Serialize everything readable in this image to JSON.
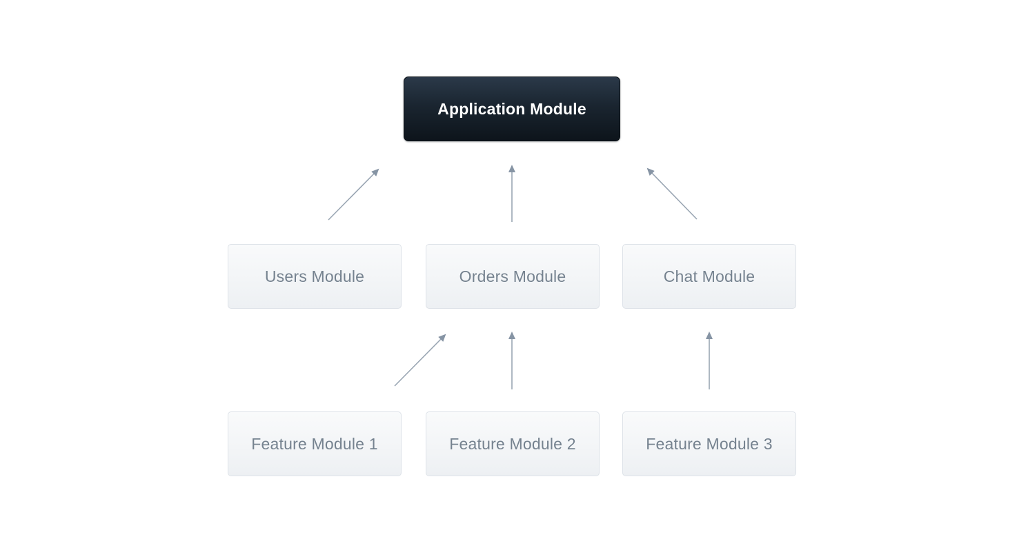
{
  "diagram": {
    "nodes": [
      {
        "id": "application",
        "label": "Application Module",
        "role": "root"
      },
      {
        "id": "users",
        "label": "Users Module",
        "role": "child"
      },
      {
        "id": "orders",
        "label": "Orders Module",
        "role": "child"
      },
      {
        "id": "chat",
        "label": "Chat Module",
        "role": "child"
      },
      {
        "id": "feature1",
        "label": "Feature Module 1",
        "role": "leaf"
      },
      {
        "id": "feature2",
        "label": "Feature Module 2",
        "role": "leaf"
      },
      {
        "id": "feature3",
        "label": "Feature Module 3",
        "role": "leaf"
      }
    ],
    "edges": [
      {
        "from": "users",
        "to": "application"
      },
      {
        "from": "orders",
        "to": "application"
      },
      {
        "from": "chat",
        "to": "application"
      },
      {
        "from": "feature1",
        "to": "orders"
      },
      {
        "from": "feature2",
        "to": "orders"
      },
      {
        "from": "feature3",
        "to": "chat"
      }
    ],
    "colors": {
      "background": "#ffffff",
      "root_box_top": "#2b3949",
      "root_box_bottom": "#0d141b",
      "root_text": "#ffffff",
      "box_bg_top": "#f9fafb",
      "box_bg_bottom": "#edf0f3",
      "box_border": "#dde2e8",
      "box_text": "#75828f",
      "arrow_line": "#9aa6b3",
      "arrow_head": "#8694a4"
    }
  }
}
